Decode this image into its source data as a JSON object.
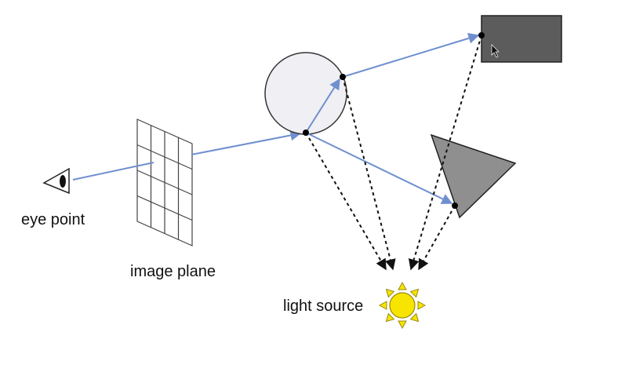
{
  "labels": {
    "eye": "eye point",
    "image_plane": "image plane",
    "light": "light source"
  },
  "colors": {
    "background": "#ffffff",
    "ray": "#6f8fcf",
    "shadow_ray": "#111111",
    "sphere_fill": "#f0eff4",
    "box_fill": "#5c5c5c",
    "triangle_fill": "#8f8f8f",
    "sun_fill": "#f7e400",
    "sun_stroke": "#9a8a10"
  },
  "icons": {
    "eye": "eye-icon",
    "sun": "sun-icon",
    "cursor": "mouse-cursor-icon"
  }
}
